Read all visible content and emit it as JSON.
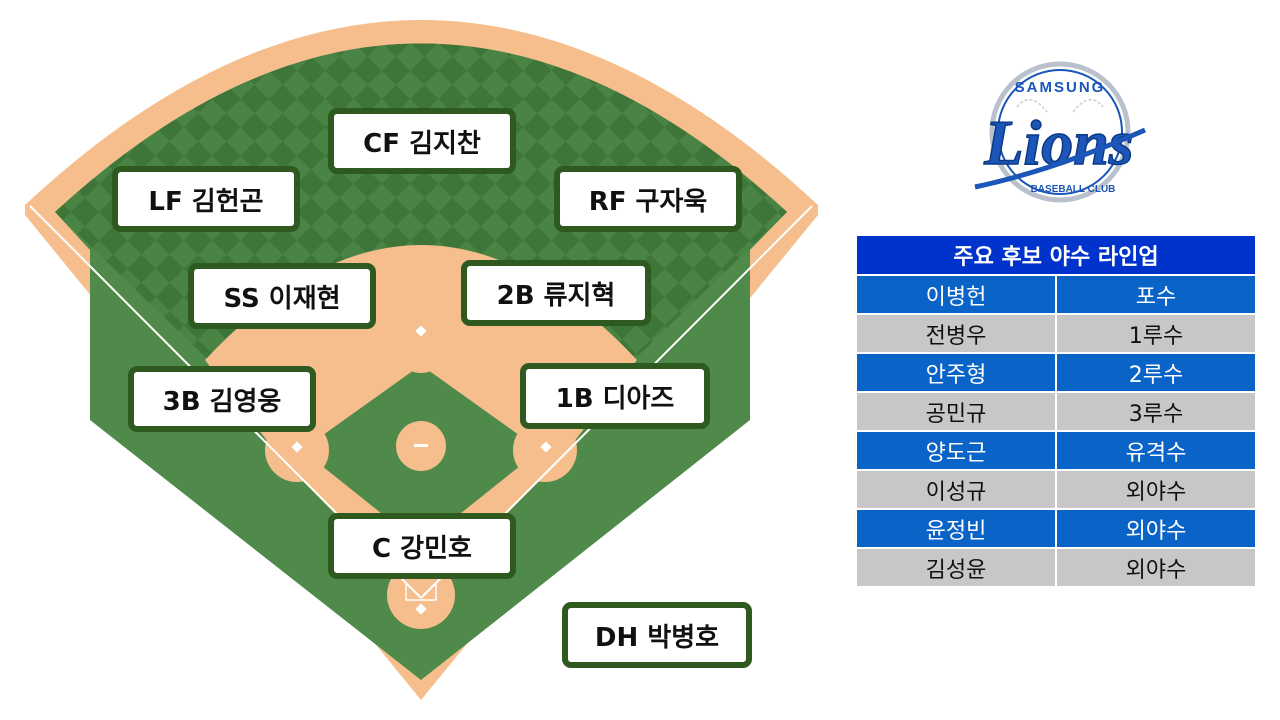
{
  "colors": {
    "grass": "#4f8a4a",
    "grass_dark": "#3d7036",
    "grass_light": "#5a9a54",
    "dirt": "#f5be8c",
    "base": "#ffffff",
    "card_border": "#2e5a1f",
    "table_header": "#0033cc",
    "table_blue": "#0a64c8",
    "table_gray": "#c7c7c7",
    "logo_blue": "#1b56b8"
  },
  "positions": [
    {
      "id": "cf",
      "label": "CF 김지찬"
    },
    {
      "id": "lf",
      "label": "LF 김헌곤"
    },
    {
      "id": "rf",
      "label": "RF 구자욱"
    },
    {
      "id": "ss",
      "label": "SS 이재현"
    },
    {
      "id": "2b",
      "label": "2B 류지혁"
    },
    {
      "id": "3b",
      "label": "3B 김영웅"
    },
    {
      "id": "1b",
      "label": "1B 디아즈"
    },
    {
      "id": "c",
      "label": "C 강민호"
    },
    {
      "id": "dh",
      "label": "DH 박병호"
    }
  ],
  "logo": {
    "top_text": "SAMSUNG",
    "main_text": "Lions",
    "bottom_text": "BASEBALL CLUB",
    "icon": "samsung-lions-logo"
  },
  "lineup": {
    "title": "주요 후보 야수 라인업",
    "rows": [
      {
        "name": "이병헌",
        "position": "포수"
      },
      {
        "name": "전병우",
        "position": "1루수"
      },
      {
        "name": "안주형",
        "position": "2루수"
      },
      {
        "name": "공민규",
        "position": "3루수"
      },
      {
        "name": "양도근",
        "position": "유격수"
      },
      {
        "name": "이성규",
        "position": "외야수"
      },
      {
        "name": "윤정빈",
        "position": "외야수"
      },
      {
        "name": "김성윤",
        "position": "외야수"
      }
    ]
  }
}
